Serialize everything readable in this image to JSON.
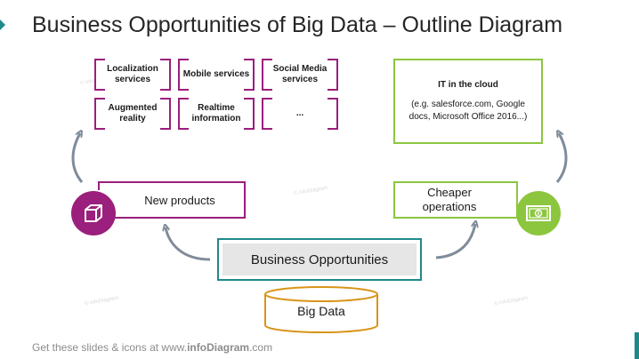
{
  "title": "Business Opportunities of Big Data – Outline Diagram",
  "colors": {
    "purple": "#9b1f7c",
    "green": "#8cc63f",
    "teal": "#1f8a8a",
    "orange": "#d9941a",
    "arrow_gray": "#7f8c99"
  },
  "products": {
    "items": [
      "Localization services",
      "Mobile services",
      "Social Media services",
      "Augmented reality",
      "Realtime information",
      "..."
    ],
    "category_label": "New products",
    "icon": "cube-icon"
  },
  "cloud": {
    "title": "IT in the cloud",
    "description": "(e.g. salesforce.com, Google docs, Microsoft Office 2016...)",
    "category_label_line1": "Cheaper",
    "category_label_line2": "operations",
    "icon": "banknote-icon"
  },
  "center": {
    "opportunities_label": "Business Opportunities",
    "big_data_label": "Big Data"
  },
  "footer": {
    "prefix": "Get these slides & icons at www.",
    "brand": "infoDiagram",
    "suffix": ".com"
  },
  "watermark": "© infoDiagram"
}
